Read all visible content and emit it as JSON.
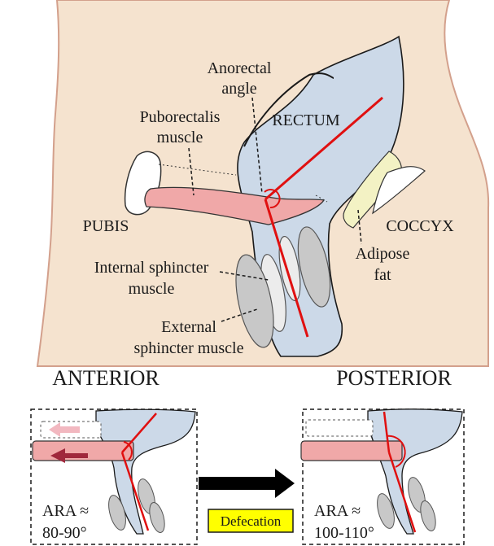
{
  "colors": {
    "skin": "#f5e3cf",
    "outline": "#d3a08c",
    "rectum": "#ccd9e8",
    "muscle": "#f0a8a8",
    "bone": "#ffffff",
    "fat": "#f3f2c4",
    "sphincter": "#c8c8c8",
    "axis": "#e01010",
    "badge": "#ffff00"
  },
  "main": {
    "anorectal_angle": [
      "Anorectal",
      "angle"
    ],
    "puborectalis": [
      "Puborectalis",
      "muscle"
    ],
    "rectum": "RECTUM",
    "pubis": "PUBIS",
    "coccyx": "COCCYX",
    "adipose": [
      "Adipose",
      "fat"
    ],
    "internal_sphincter": [
      "Internal sphincter",
      "muscle"
    ],
    "external_sphincter": [
      "External",
      "sphincter muscle"
    ],
    "anterior": "ANTERIOR",
    "posterior": "POSTERIOR"
  },
  "inset_rest": {
    "ara_label": "ARA ≈",
    "ara_value": "80-90°"
  },
  "inset_defecation": {
    "ara_label": "ARA ≈",
    "ara_value": "100-110°"
  },
  "transition": {
    "label": "Defecation"
  }
}
